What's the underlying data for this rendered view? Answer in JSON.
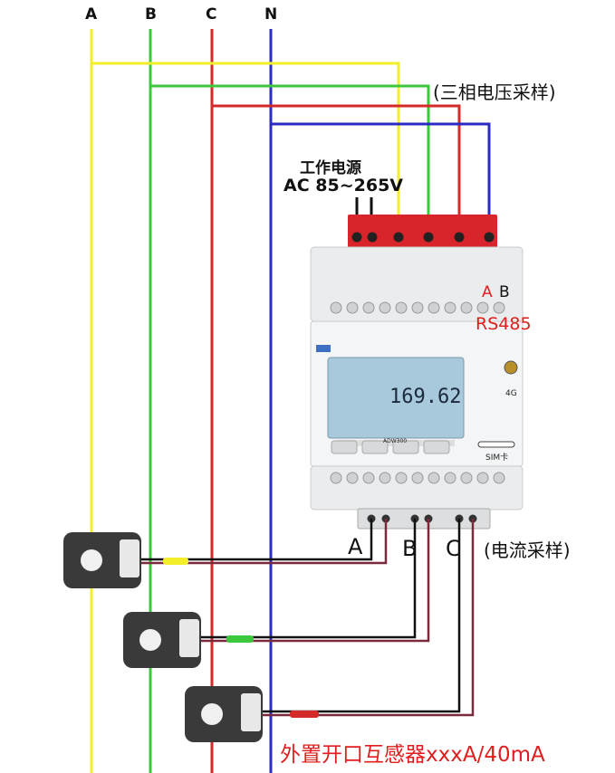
{
  "phases": {
    "a": "A",
    "b": "B",
    "c": "C",
    "n": "N"
  },
  "labels": {
    "voltage_sampling": "(三相电压采样)",
    "power_title": "工作电源",
    "power_range": "AC 85~265V",
    "rs485_a": "A",
    "rs485_b": "B",
    "rs485": "RS485",
    "current_a": "A",
    "current_b": "B",
    "current_c": "C",
    "current_sampling": "(电流采样)",
    "transformer": "外置开口互感器xxxA/40mA",
    "sim": "SIM卡",
    "antenna": "4G"
  },
  "meter": {
    "reading": "169.62",
    "model": "ADW300"
  },
  "colors": {
    "phase_a": "#f2ee2a",
    "phase_b": "#3cc83c",
    "phase_c": "#d42a2a",
    "neutral": "#2b2bc4",
    "accent_red": "#e01e1e"
  }
}
